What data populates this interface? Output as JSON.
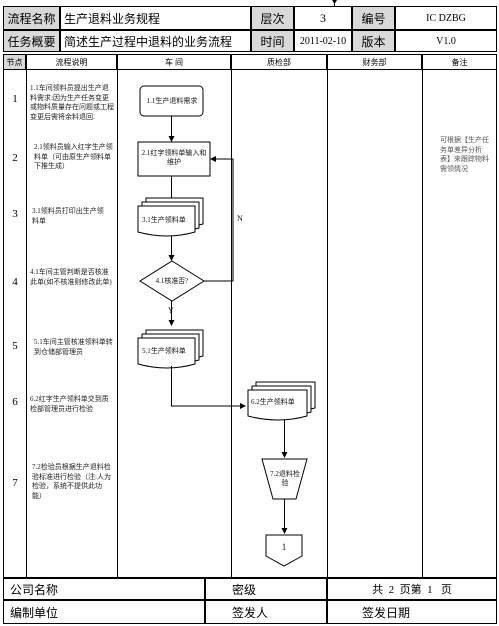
{
  "header": {
    "process_name_label": "流程名称",
    "process_name": "生产退料业务规程",
    "level_label": "层次",
    "level": "3",
    "code_label": "编号",
    "code": "IC  DZBG",
    "overview_label": "任务概要",
    "overview": "简述生产过程中退料的业务流程",
    "time_label": "时间",
    "time": "2011-02-10",
    "version_label": "版本",
    "version": "V1.0"
  },
  "columns": {
    "node": "节点",
    "desc": "流程说明",
    "workshop": "车   间",
    "qc": "质检部",
    "finance": "财务部",
    "remark": "备注"
  },
  "rows": [
    {
      "node": "1",
      "desc": "1.1车间领料员提出生产退料需求:因为生产任务变更或物料质量存在问题或工程变更后需将余料退回."
    },
    {
      "node": "2",
      "desc": "2.1领料员输入红字生产领料单（可由原生产领料单下推生成）"
    },
    {
      "node": "3",
      "desc": "3.1领料员打印出生产领料单"
    },
    {
      "node": "4",
      "desc": "4.1车间主管判断是否核准此单(如不核准则修改此单)"
    },
    {
      "node": "5",
      "desc": "5.1车间主管核准领料单转到仓储部管理员"
    },
    {
      "node": "6",
      "desc": "6.2红字生产领料单交到质检部管理员进行检验"
    },
    {
      "node": "7",
      "desc": "7.2检验员根据生产退料检验标准进行检验（注:人为检验，系统不提供此功能）"
    }
  ],
  "remark": "可根据【生产任务单差异分析表】来跟踪物料需领情况",
  "shapes": {
    "s1": "1.1生产退料需求",
    "s2": "2.1红字领料单输入和维护",
    "s3": "3.1生产领料单",
    "s4": "4.1核准否?",
    "s5": "5.1生产领料单",
    "s6": "6.2生产领料单",
    "s7": "7.2退料检验",
    "connector": "1",
    "no_label": "N",
    "yes_label": "Y"
  },
  "footer": {
    "company_label": "公司名称",
    "secret_label": "密级",
    "pages": "共  2  页第  1   页",
    "unit_label": "编制单位",
    "signer_label": "签发人",
    "sign_date_label": "签发日期"
  }
}
